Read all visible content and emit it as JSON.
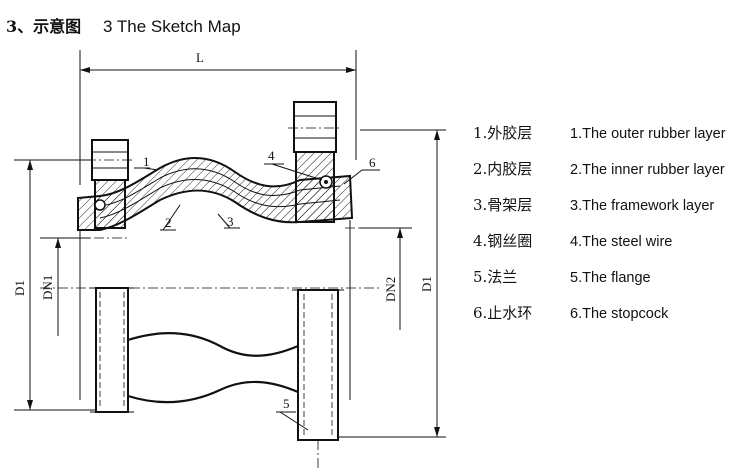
{
  "header": {
    "number_cn": "3、示意图",
    "title_en": "3 The Sketch Map"
  },
  "dimensions": {
    "L": "L",
    "D1_left": "D1",
    "DN1": "DN1",
    "DN2": "DN2",
    "D1_right": "D1"
  },
  "callouts": [
    "1",
    "2",
    "3",
    "4",
    "5",
    "6"
  ],
  "legend": [
    {
      "cn": "1.外胶层",
      "en": "1.The outer rubber layer"
    },
    {
      "cn": "2.内胶层",
      "en": "2.The inner rubber layer"
    },
    {
      "cn": "3.骨架层",
      "en": "3.The framework layer"
    },
    {
      "cn": "4.钢丝圈",
      "en": "4.The steel wire"
    },
    {
      "cn": "5.法兰",
      "en": "5.The flange"
    },
    {
      "cn": "6.止水环",
      "en": "6.The stopcock"
    }
  ]
}
